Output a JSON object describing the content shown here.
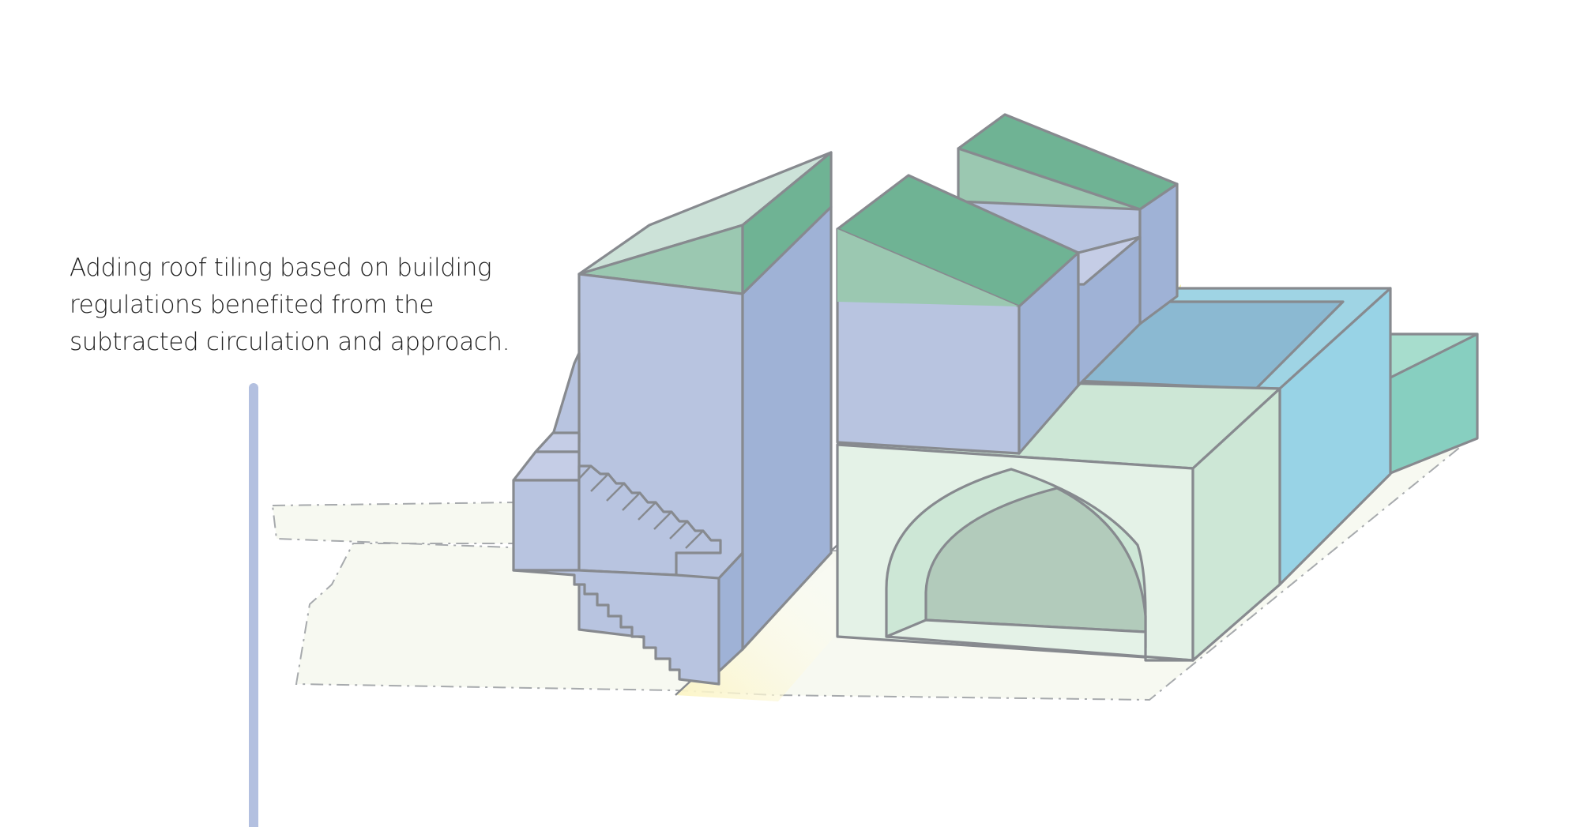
{
  "annotation": {
    "lines": [
      "Adding roof tiling based on building",
      "regulations benefited from the",
      "subtracted circulation and approach."
    ]
  },
  "colors": {
    "wall_lavender": "#b8c4e0",
    "wall_lavender_shade": "#9fb2d6",
    "roof_green": "#6fb394",
    "roof_green_light": "#9bc8b1",
    "roof_green_pale": "#cce2d8",
    "arch_green_pale": "#e4f2e7",
    "arch_green": "#cde7d6",
    "arch_green_dark": "#b2cbbb",
    "courtyard_blue": "#98d3e6",
    "courtyard_blue_dark": "#8bb9d2",
    "teal_block": "#87cfc0",
    "path_yellow": "#f8f0b8",
    "ground_plot": "#f7f9f1",
    "outline_gray": "#878a8f",
    "leader_line": "#b3c0e0"
  },
  "icons": [
    "axonometric-building-diagram"
  ]
}
